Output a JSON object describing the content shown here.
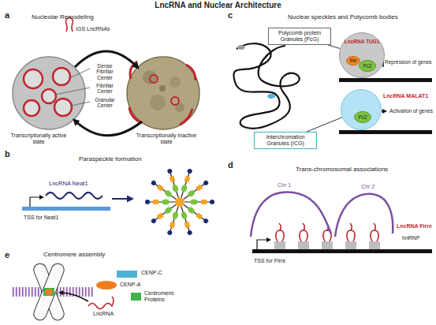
{
  "diagram": {
    "title": "LncRNA and Nuclear Architecture",
    "nodes": [
      {
        "text": [
          "Polycomb protein Granules (PcG)"
        ]
      },
      {
        "text": [
          "LncRNA TUG1"
        ]
      },
      {
        "text": [
          "Me"
        ],
        "in": 1
      },
      {
        "text": [
          "Pc2"
        ],
        "in": 1
      },
      {
        "text": [
          "LncRNA MALAT1"
        ]
      },
      {
        "text": [
          "Pc2"
        ],
        "in": 4
      },
      {
        "text": [
          "Interchromation Granules (ICG)"
        ]
      }
    ],
    "edges": [
      {
        "from": 0,
        "to": 1,
        "arrow": "none"
      },
      {
        "from": 6,
        "to": 4,
        "arrow": "none"
      }
    ],
    "labels": [
      "a",
      "Nucleolar Remodeling",
      "IGS LncRNAs",
      "Dense Fibrillar Center",
      "Fibrillar Center",
      "Granular Center",
      "Transcriptionally active state",
      "Transcriptionally inactive state",
      "b",
      "Paraspeckle formation",
      "LncRNA Neat1",
      "TSS for Neat1",
      "c",
      "Nuclear speckles and Polycomb bodies",
      "Repression of genes",
      "Activation of genes",
      "d",
      "Trans-chromosomal associations",
      "Chr 1",
      "Chr 2",
      "LncRNA Firre",
      "hnRNP",
      "TSS for Firre",
      "e",
      "Centromere assembly",
      "LncRNA"
    ],
    "legend": [
      {
        "text": "CENP-C",
        "color": "#4fb3d9"
      },
      {
        "text": "CENP-A",
        "color": "#f07d1e"
      },
      {
        "text": "Centromeric Proteins",
        "color": "#3cb44b"
      }
    ]
  }
}
